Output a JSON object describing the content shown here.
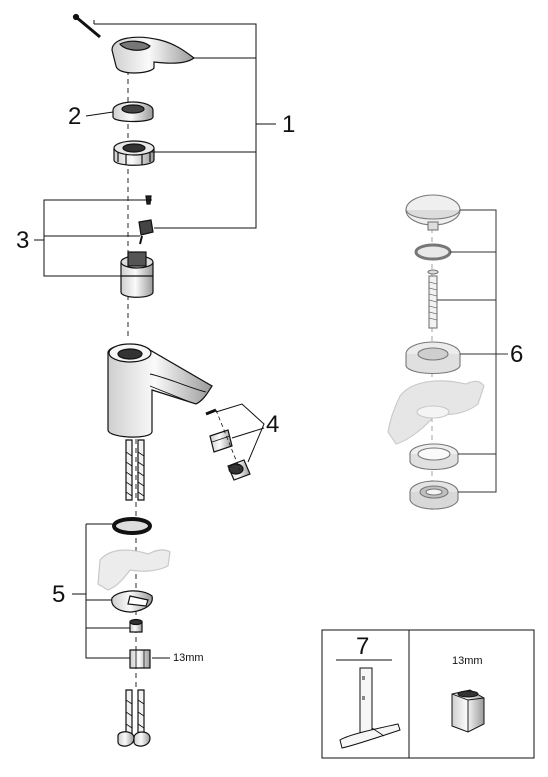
{
  "callouts": {
    "c1": "1",
    "c2": "2",
    "c3": "3",
    "c4": "4",
    "c5": "5",
    "c6": "6",
    "c7": "7"
  },
  "nut_size_label": "13mm",
  "tool_box": {
    "number": "7",
    "wrench_size": "13mm"
  },
  "colors": {
    "line": "#111111",
    "part_fill": "#f4f4f4",
    "part_shade": "#bdbdbd",
    "ghost_part": "#e2e2e2",
    "ghost_drain": "#c8c8c8"
  }
}
